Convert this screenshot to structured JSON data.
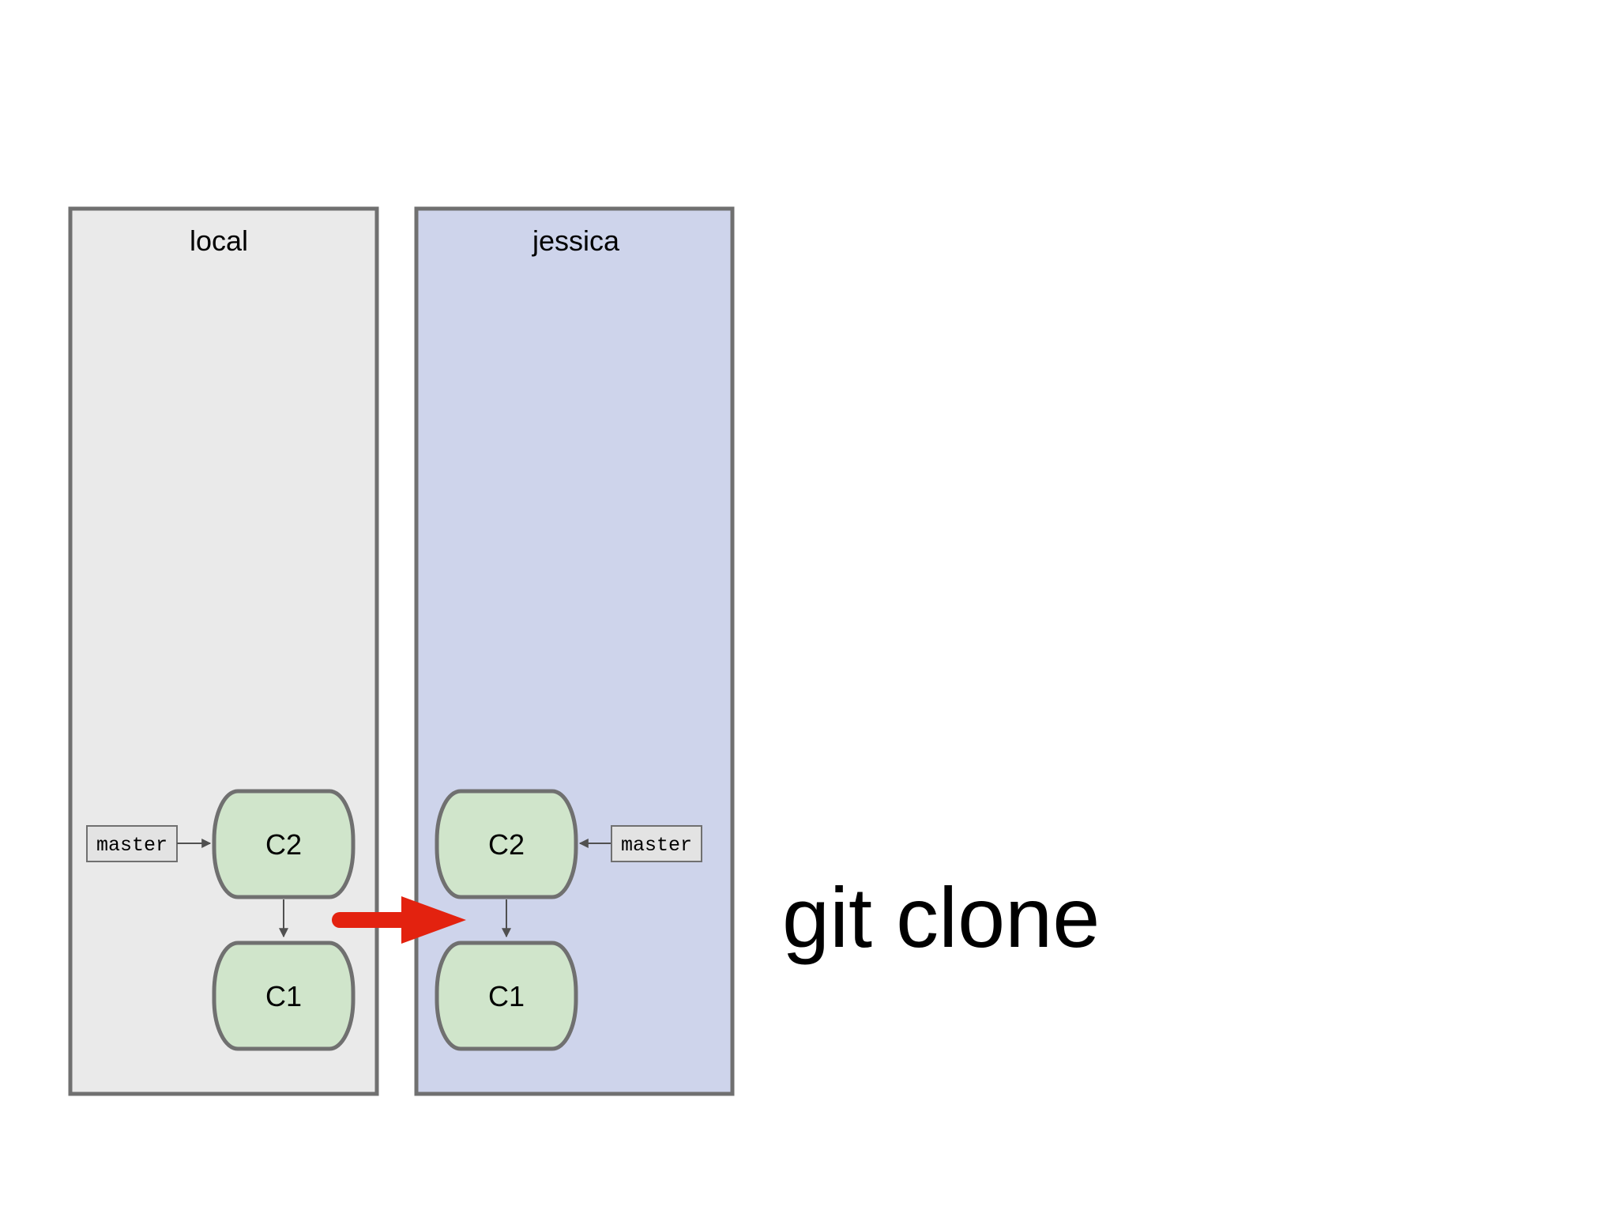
{
  "repositories": [
    {
      "title": "local",
      "fill": "#eaeaea",
      "commits": [
        "C2",
        "C1"
      ],
      "branch": "master"
    },
    {
      "title": "jessica",
      "fill": "#ced4eb",
      "commits": [
        "C2",
        "C1"
      ],
      "branch": "master"
    }
  ],
  "caption": "git clone",
  "colors": {
    "border": "#707070",
    "commit_fill": "#d0e5cb",
    "branch_fill": "#e3e3e3",
    "connector": "#505050",
    "clone_arrow": "#e3220f",
    "text": "#000000"
  },
  "icons": {
    "clone_arrow": "right-arrow-icon"
  }
}
